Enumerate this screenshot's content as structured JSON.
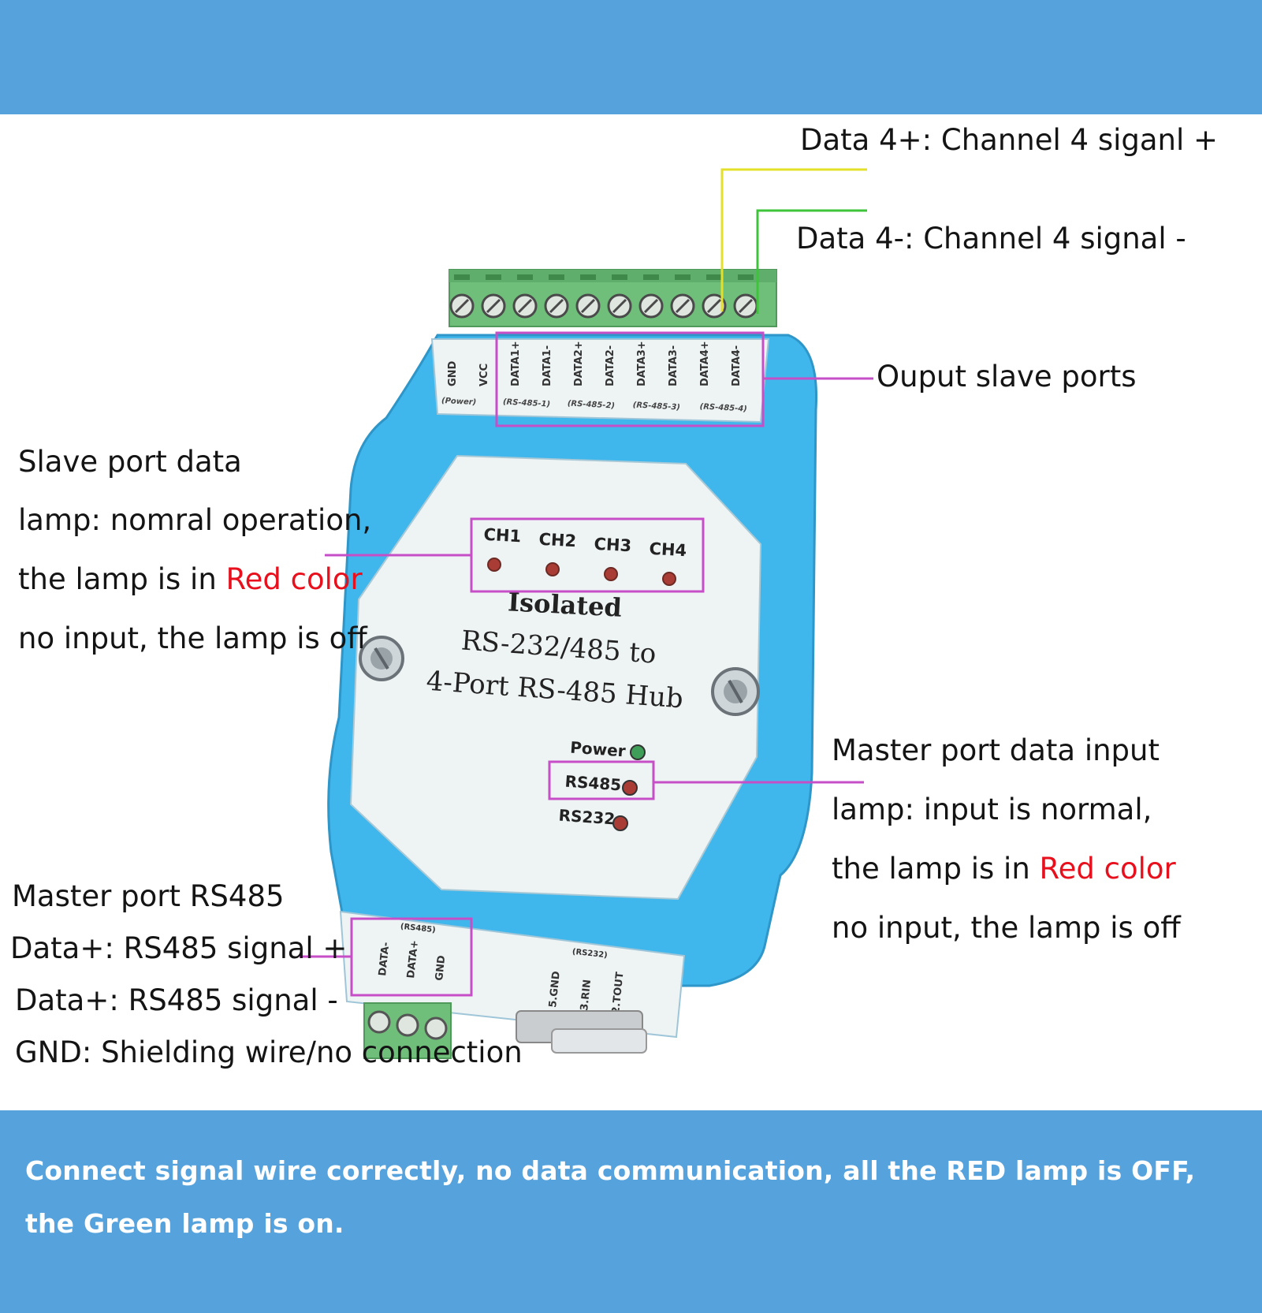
{
  "colors": {
    "band_blue": "#56a2dd",
    "device_blue": "#3fb6ec",
    "panel_white": "#eef3f4",
    "terminal_green": "#6fbf7a",
    "callout_magenta": "#c64fc8",
    "data4_plus_wire": "#e4e02a",
    "data4_minus_wire": "#3dc43a",
    "emphasis_red": "#e8101c",
    "red_lamp": "#a93c34",
    "green_lamp": "#3f9e58"
  },
  "callouts": {
    "data4_plus": "Data 4+: Channel 4 siganl +",
    "data4_minus": "Data 4-: Channel 4 signal -",
    "output_slave_ports": "Ouput slave ports",
    "slave_lamp": {
      "line1": "Slave port data",
      "line2": "lamp:  nomral operation,",
      "line3_prefix": "the lamp is in ",
      "line3_red": "Red color",
      "line4": "no input, the lamp is off"
    },
    "master_lamp": {
      "line1": "Master port data input",
      "line2": "lamp: input is normal,",
      "line3_prefix": "the lamp is in ",
      "line3_red": "Red color",
      "line4": "no input, the lamp is off"
    },
    "master_rs485": {
      "line1": "Master port RS485",
      "line2": "Data+: RS485 signal +",
      "line3": "Data+: RS485 signal -",
      "line4": "GND: Shielding wire/no connection"
    }
  },
  "device": {
    "title_line1": "Isolated",
    "title_line2": "RS-232/485 to",
    "title_line3": "4-Port RS-485 Hub",
    "channels": [
      "CH1",
      "CH2",
      "CH3",
      "CH4"
    ],
    "status_lamps": [
      "Power",
      "RS485",
      "RS232"
    ],
    "top_terminal_labels": [
      "GND",
      "VCC",
      "DATA1+",
      "DATA1-",
      "DATA2+",
      "DATA2-",
      "DATA3+",
      "DATA3-",
      "DATA4+",
      "DATA4-"
    ],
    "top_group_labels": [
      "(Power)",
      "(RS-485-1)",
      "(RS-485-2)",
      "(RS-485-3)",
      "(RS-485-4)"
    ],
    "bottom_rs485_header": "(RS485)",
    "bottom_rs485_labels": [
      "DATA-",
      "DATA+",
      "GND"
    ],
    "bottom_rs232_header": "(RS232)",
    "bottom_rs232_labels": [
      "5.GND",
      "3.RIN",
      "2.TOUT"
    ]
  },
  "footer": {
    "line1": "Connect signal wire correctly, no data communication, all the RED lamp is OFF,",
    "line2": "the Green lamp is on."
  }
}
